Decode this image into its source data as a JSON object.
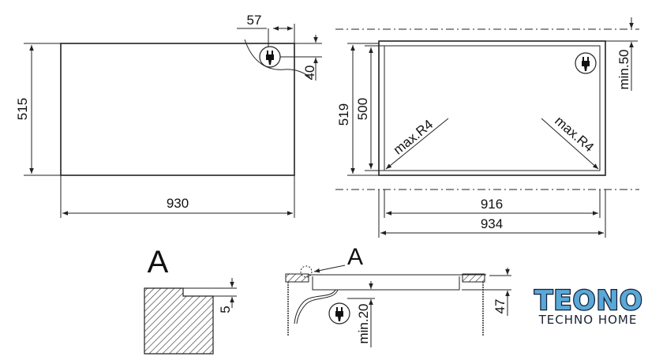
{
  "top_view": {
    "width": "930",
    "depth": "515",
    "plug_offset_x": "57",
    "plug_offset_y": "40"
  },
  "cutout_view": {
    "outer_depth": "519",
    "inner_depth": "500",
    "min_clearance": "min.50",
    "radius_left": "max.R4",
    "radius_right": "max.R4",
    "inner_width": "916",
    "outer_width": "934"
  },
  "detail_a": {
    "label": "A",
    "step": "5"
  },
  "section_view": {
    "detail_ref": "A",
    "min_gap": "min.20",
    "height": "47"
  },
  "logo": {
    "brand": "TEONO",
    "tagline": "TECHNO HOME"
  }
}
